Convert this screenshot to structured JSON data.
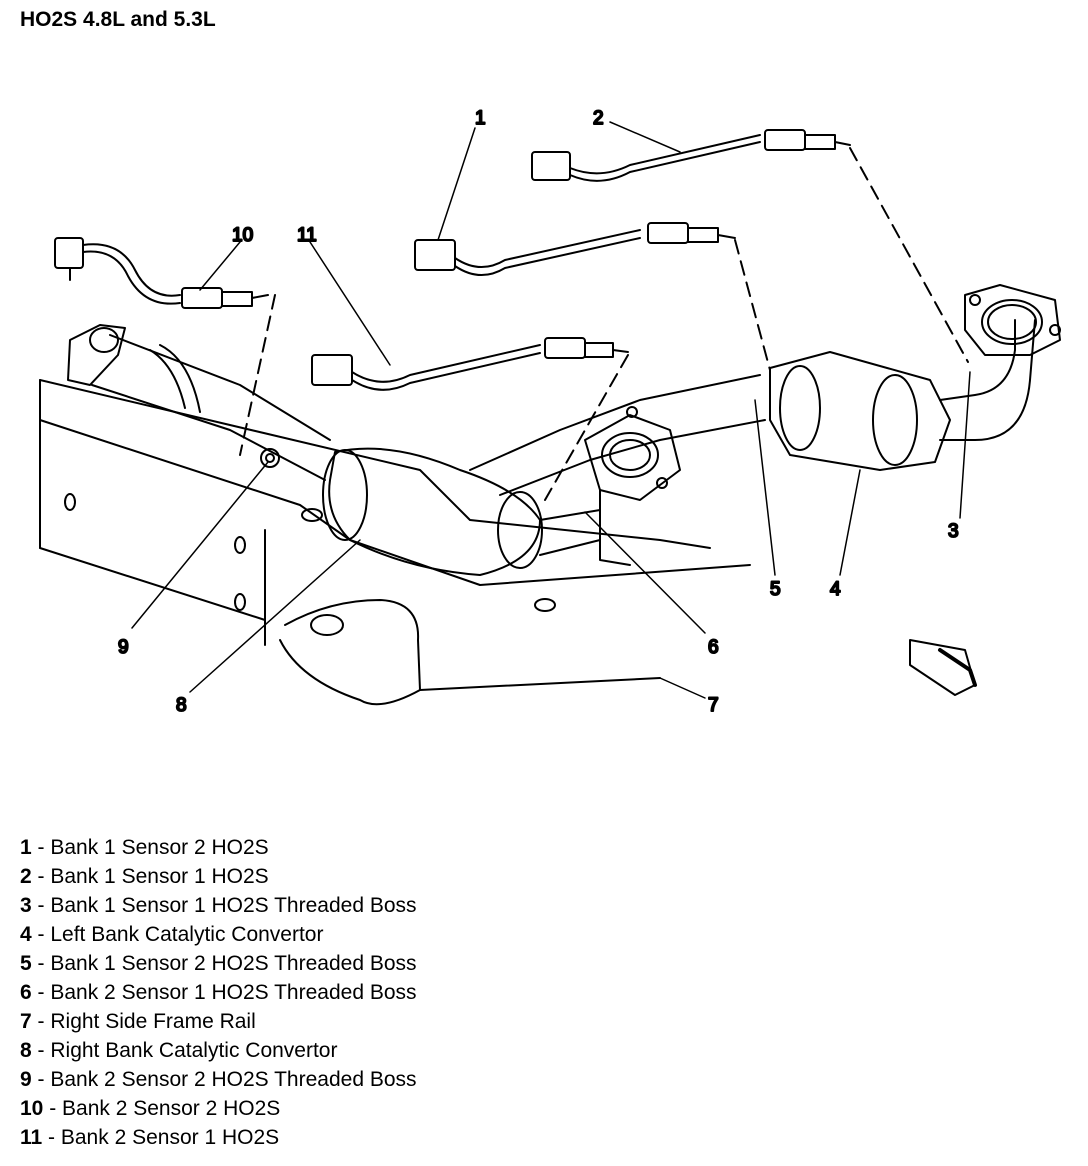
{
  "title": "HO2S 4.8L and 5.3L",
  "callouts": [
    "1",
    "2",
    "3",
    "4",
    "5",
    "6",
    "7",
    "8",
    "9",
    "10",
    "11"
  ],
  "legend": [
    {
      "num": "1",
      "sep": " - ",
      "text": "Bank 1 Sensor 2 HO2S"
    },
    {
      "num": "2",
      "sep": " - ",
      "text": "Bank 1 Sensor 1 HO2S"
    },
    {
      "num": "3",
      "sep": " - ",
      "text": "Bank 1 Sensor 1 HO2S Threaded Boss"
    },
    {
      "num": "4",
      "sep": " - ",
      "text": "Left Bank Catalytic Convertor"
    },
    {
      "num": "5",
      "sep": " - ",
      "text": "Bank 1 Sensor 2 HO2S Threaded Boss"
    },
    {
      "num": "6",
      "sep": " - ",
      "text": "Bank 2 Sensor 1 HO2S Threaded Boss"
    },
    {
      "num": "7",
      "sep": " - ",
      "text": "Right Side Frame Rail"
    },
    {
      "num": "8",
      "sep": " - ",
      "text": "Right Bank Catalytic Convertor"
    },
    {
      "num": "9",
      "sep": " - ",
      "text": "Bank 2 Sensor 2 HO2S Threaded Boss"
    },
    {
      "num": "10",
      "sep": " - ",
      "text": "Bank 2 Sensor 2 HO2S"
    },
    {
      "num": "11",
      "sep": " - ",
      "text": "Bank 2 Sensor 1 HO2S"
    }
  ]
}
